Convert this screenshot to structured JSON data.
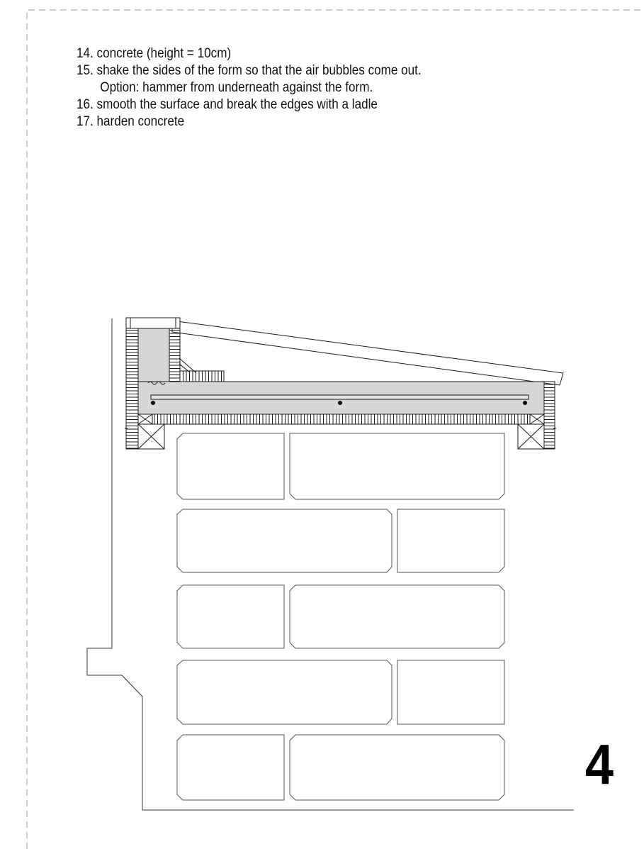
{
  "instructions": [
    "14. concrete (height = 10cm)",
    "15. shake the sides of the form so that the air bubbles come out.",
    "Option: hammer from underneath against the form.",
    "16. smooth the surface and break the edges with a ladle",
    "17. harden concrete"
  ],
  "page_number": "4",
  "colors": {
    "line": "#1a1a1a",
    "concrete_fill": "#d6d6d6",
    "cut_border": "#9a9a9a"
  }
}
